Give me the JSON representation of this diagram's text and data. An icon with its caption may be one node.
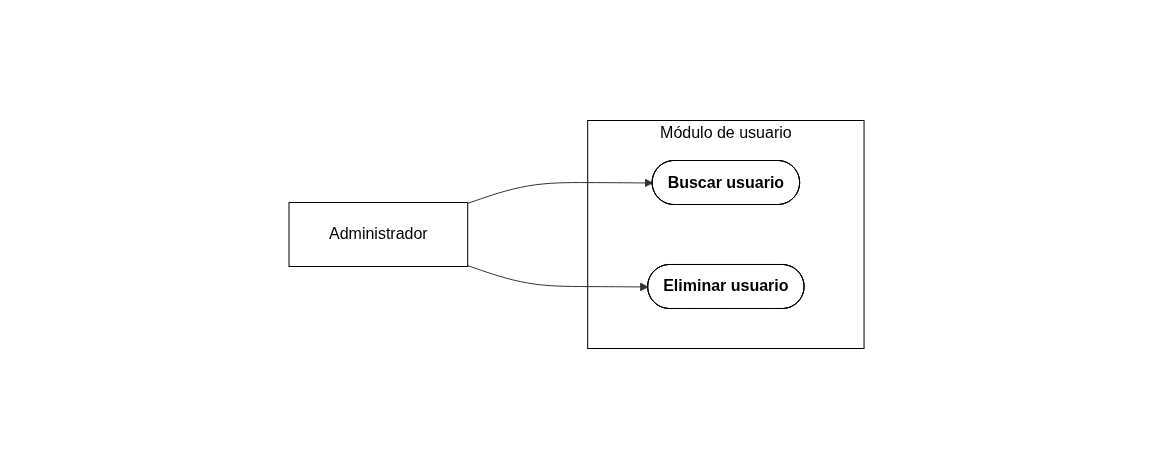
{
  "diagram": {
    "nodes": [
      {
        "text": [
          "Administrador"
        ]
      },
      {
        "text": [
          "Módulo de usuario"
        ]
      },
      {
        "text": [
          "Buscar usuario"
        ],
        "in": 1
      },
      {
        "text": [
          "Eliminar usuario"
        ],
        "in": 1
      }
    ],
    "edges": [
      {
        "from": 0,
        "to": 2,
        "arrow": "to"
      },
      {
        "from": 0,
        "to": 3,
        "arrow": "to"
      }
    ]
  }
}
